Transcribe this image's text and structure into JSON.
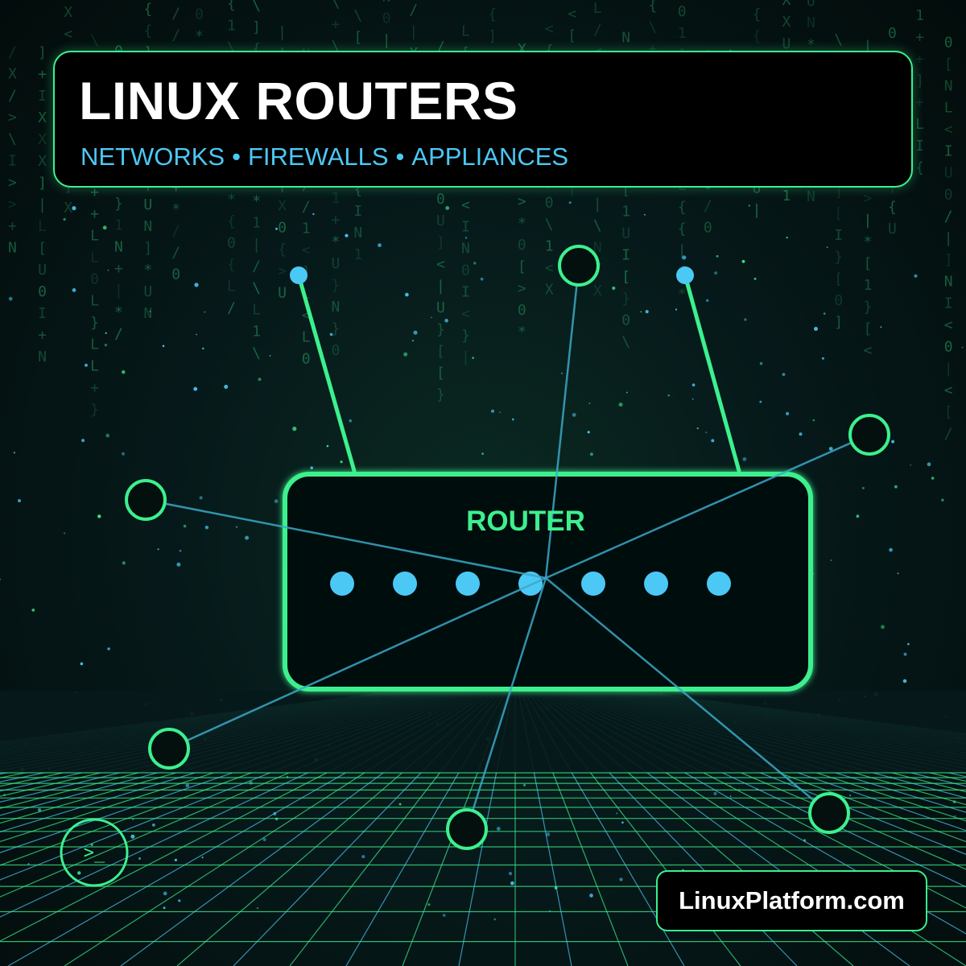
{
  "title": "LINUX ROUTERS",
  "subtitle": {
    "items": [
      "NETWORKS",
      "FIREWALLS",
      "APPLIANCES"
    ],
    "separator": "•"
  },
  "router": {
    "label": "ROUTER",
    "port_count": 7
  },
  "badge": "LinuxPlatform.com",
  "terminal_symbol": ">_",
  "colors": {
    "accent_green": "#3cf08e",
    "accent_blue": "#4cc8f5",
    "link_blue": "#3aa8c8",
    "background": "#04100d"
  }
}
